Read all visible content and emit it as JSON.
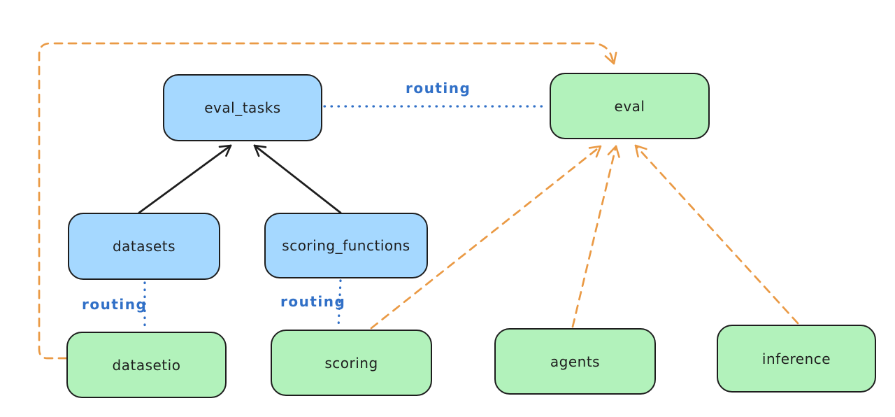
{
  "diagram": {
    "type": "architecture-graph",
    "nodes": {
      "eval_tasks": {
        "label": "eval_tasks",
        "fill": "#a5d8ff",
        "kind": "blue"
      },
      "eval": {
        "label": "eval",
        "fill": "#b2f2bb",
        "kind": "green"
      },
      "datasets": {
        "label": "datasets",
        "fill": "#a5d8ff",
        "kind": "blue"
      },
      "scoring_functions": {
        "label": "scoring_functions",
        "fill": "#a5d8ff",
        "kind": "blue"
      },
      "datasetio": {
        "label": "datasetio",
        "fill": "#b2f2bb",
        "kind": "green"
      },
      "scoring": {
        "label": "scoring",
        "fill": "#b2f2bb",
        "kind": "green"
      },
      "agents": {
        "label": "agents",
        "fill": "#b2f2bb",
        "kind": "green"
      },
      "inference": {
        "label": "inference",
        "fill": "#b2f2bb",
        "kind": "green"
      }
    },
    "edges": [
      {
        "from": "datasets",
        "to": "eval_tasks",
        "style": "solid",
        "arrow": true,
        "color": "#1e1e1e",
        "label": ""
      },
      {
        "from": "scoring_functions",
        "to": "eval_tasks",
        "style": "solid",
        "arrow": true,
        "color": "#1e1e1e",
        "label": ""
      },
      {
        "from": "eval_tasks",
        "to": "eval",
        "style": "dotted",
        "arrow": false,
        "color": "#3170c7",
        "label": "routing"
      },
      {
        "from": "datasets",
        "to": "datasetio",
        "style": "dotted",
        "arrow": false,
        "color": "#3170c7",
        "label": "routing"
      },
      {
        "from": "scoring_functions",
        "to": "scoring",
        "style": "dotted",
        "arrow": false,
        "color": "#3170c7",
        "label": "routing"
      },
      {
        "from": "datasetio",
        "to": "eval",
        "style": "dashed",
        "arrow": true,
        "color": "#ea9a45",
        "label": ""
      },
      {
        "from": "scoring",
        "to": "eval",
        "style": "dashed",
        "arrow": true,
        "color": "#ea9a45",
        "label": ""
      },
      {
        "from": "agents",
        "to": "eval",
        "style": "dashed",
        "arrow": true,
        "color": "#ea9a45",
        "label": ""
      },
      {
        "from": "inference",
        "to": "eval",
        "style": "dashed",
        "arrow": true,
        "color": "#ea9a45",
        "label": ""
      }
    ],
    "colors": {
      "background": "#ffffff",
      "node_stroke": "#1e1e1e",
      "node_blue_fill": "#a5d8ff",
      "node_green_fill": "#b2f2bb",
      "routing_blue": "#3170c7",
      "dashed_orange": "#ea9a45",
      "solid_black": "#1e1e1e"
    }
  }
}
